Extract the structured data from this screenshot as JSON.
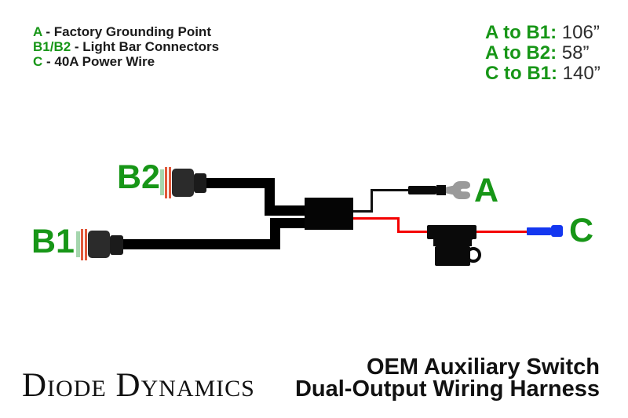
{
  "legend": {
    "items": [
      {
        "key": "A",
        "desc": " - Factory Grounding Point"
      },
      {
        "key": "B1/B2",
        "desc": " - Light Bar Connectors"
      },
      {
        "key": "C",
        "desc": " - 40A Power Wire"
      }
    ]
  },
  "measurements": {
    "items": [
      {
        "label": "A to B1:",
        "value": "106”"
      },
      {
        "label": "A to B2:",
        "value": "58”"
      },
      {
        "label": "C to B1:",
        "value": "140”"
      }
    ]
  },
  "diagram": {
    "labels": {
      "b2": "B2",
      "b1": "B1",
      "a": "A",
      "c": "C"
    },
    "parts": {
      "b1": "light-bar-connector",
      "b2": "light-bar-connector",
      "a": "ground-fork-terminal",
      "c": "40A-power-wire-blue-terminal",
      "fuse": "inline-fuse-holder",
      "junction": "harness-junction"
    }
  },
  "footer": {
    "brand": "Diode Dynamics",
    "title_line1": "OEM Auxiliary Switch",
    "title_line2": "Dual-Output Wiring Harness"
  },
  "colors": {
    "green": "#179617",
    "orange": "#e0583a",
    "seal": "#a5d6ae",
    "red": "#f40000",
    "blue": "#1437f0",
    "wire": "#000000",
    "connector": "#2b2b2b",
    "terminal-gray": "#9a9a9a",
    "text": "#1a1a1a",
    "bg": "#ffffff"
  }
}
